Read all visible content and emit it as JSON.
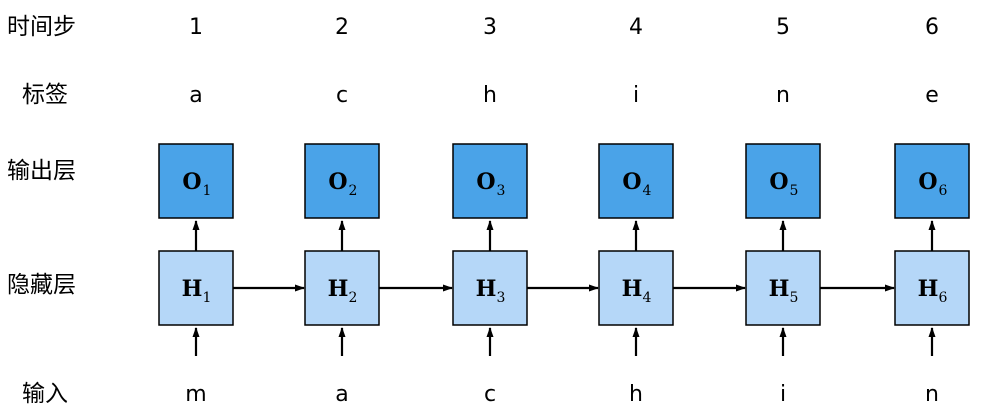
{
  "row_labels": {
    "time_step": "时间步",
    "label": "标签",
    "output_layer": "输出层",
    "hidden_layer": "隐藏层",
    "input": "输入"
  },
  "time_steps": [
    "1",
    "2",
    "3",
    "4",
    "5",
    "6"
  ],
  "labels": [
    "a",
    "c",
    "h",
    "i",
    "n",
    "e"
  ],
  "inputs": [
    "m",
    "a",
    "c",
    "h",
    "i",
    "n"
  ],
  "output_nodes": [
    {
      "letter": "O",
      "sub": "1"
    },
    {
      "letter": "O",
      "sub": "2"
    },
    {
      "letter": "O",
      "sub": "3"
    },
    {
      "letter": "O",
      "sub": "4"
    },
    {
      "letter": "O",
      "sub": "5"
    },
    {
      "letter": "O",
      "sub": "6"
    }
  ],
  "hidden_nodes": [
    {
      "letter": "H",
      "sub": "1"
    },
    {
      "letter": "H",
      "sub": "2"
    },
    {
      "letter": "H",
      "sub": "3"
    },
    {
      "letter": "H",
      "sub": "4"
    },
    {
      "letter": "H",
      "sub": "5"
    },
    {
      "letter": "H",
      "sub": "6"
    }
  ],
  "colors": {
    "output_fill": "#4aa3e8",
    "hidden_fill": "#b5d7f8",
    "stroke": "#000000"
  }
}
